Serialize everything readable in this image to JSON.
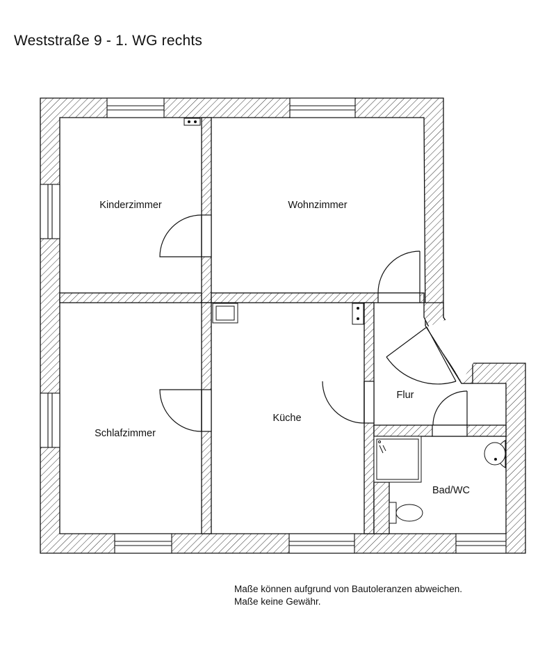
{
  "title": "Weststraße 9 - 1. WG rechts",
  "rooms": {
    "kinderzimmer": "Kinderzimmer",
    "wohnzimmer": "Wohnzimmer",
    "schlafzimmer": "Schlafzimmer",
    "kueche": "Küche",
    "flur": "Flur",
    "bad": "Bad/WC"
  },
  "disclaimer": {
    "line1": "Maße können aufgrund von Bautoleranzen abweichen.",
    "line2": "Maße keine Gewähr."
  }
}
